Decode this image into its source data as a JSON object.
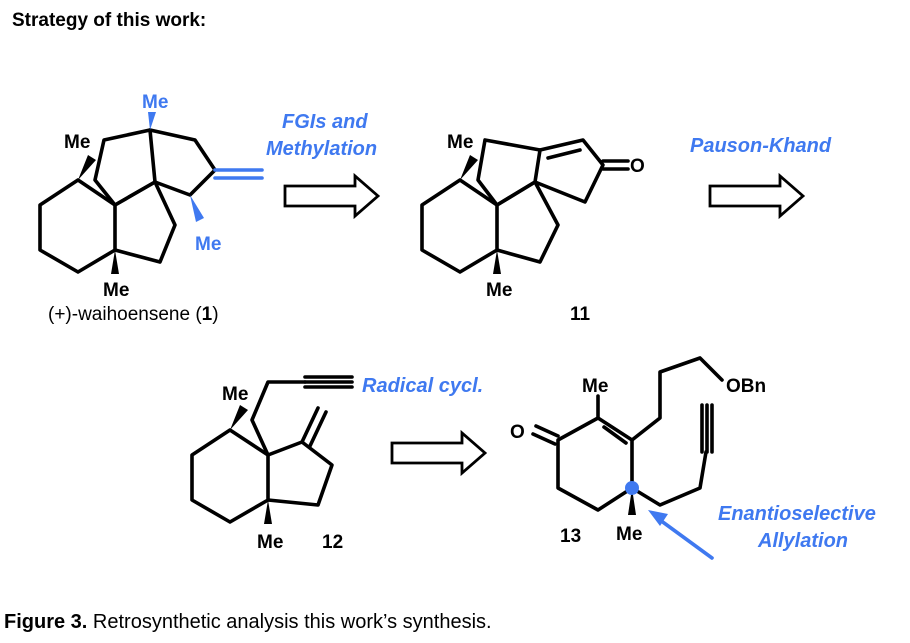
{
  "header": {
    "title": "Strategy of this work:"
  },
  "compounds": {
    "waihoensene": {
      "name_prefix": "(+)-waihoensene (",
      "number": "1",
      "name_suffix": ")",
      "sub_top": "Me",
      "sub_left": "Me",
      "sub_bottom": "Me",
      "sub_right": "Me"
    },
    "c11": {
      "number": "11",
      "sub_left": "Me",
      "sub_bottom": "Me",
      "carbonyl": "O"
    },
    "c12": {
      "number": "12",
      "sub_left": "Me",
      "sub_bottom": "Me"
    },
    "c13": {
      "number": "13",
      "sub_top": "Me",
      "sub_bottom": "Me",
      "carbonyl": "O",
      "protecting": "OBn"
    }
  },
  "steps": {
    "fgi": {
      "line1": "FGIs and",
      "line2": "Methylation"
    },
    "pk": {
      "label": "Pauson-Khand"
    },
    "radical": {
      "label": "Radical cycl."
    },
    "allyl": {
      "line1": "Enantioselective",
      "line2": "Allylation"
    }
  },
  "caption": {
    "bold": "Figure 3.",
    "text": " Retrosynthetic analysis this work’s synthesis."
  },
  "colors": {
    "accent": "#3f79f0",
    "ink": "#000000"
  }
}
